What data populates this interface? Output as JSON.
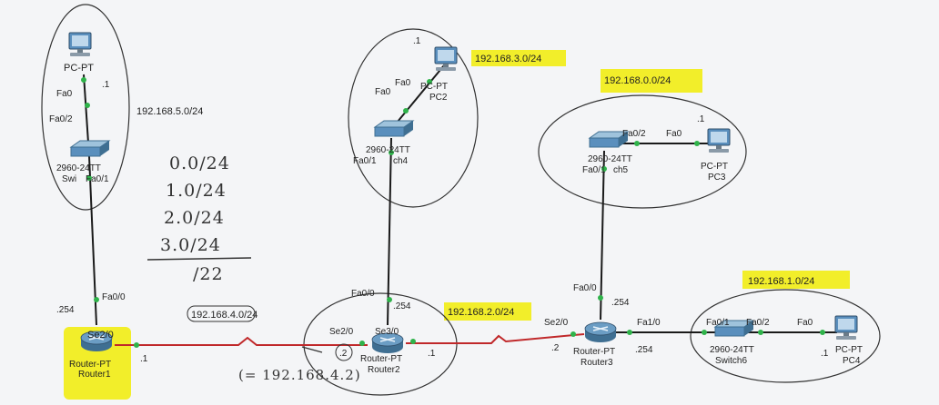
{
  "devices": {
    "pc_top_left": {
      "name": "PC-PT",
      "host": ".1",
      "port": "Fa0"
    },
    "switch_left": {
      "name": "2960-24TT",
      "short": "Swi",
      "port_up": "Fa0/2",
      "port_down": "Fa0/1"
    },
    "router1": {
      "type": "Router-PT",
      "name": "Router1",
      "port_up": "Fa0/0",
      "port_serial": "Se2/0",
      "host_up": ".254",
      "host_serial": ".1"
    },
    "pc2": {
      "type": "PC-PT",
      "name": "PC2",
      "host": ".1",
      "port": "Fa0"
    },
    "switch4": {
      "type": "2960-24TT",
      "name": "ch4",
      "port_up": "Fa0",
      "port_down": "Fa0/1"
    },
    "router2": {
      "type": "Router-PT",
      "name": "Router2",
      "port_up": "Fa0/0",
      "host_up": ".254",
      "port_left": "Se2/0",
      "port_right": "Se3/0",
      "host_left": ".2",
      "host_right": ".1"
    },
    "switch5": {
      "type": "2960-24TT",
      "name": "ch5",
      "port_right": "Fa0/2",
      "port_down": "Fa0/1"
    },
    "pc3": {
      "type": "PC-PT",
      "name": "PC3",
      "host": ".1",
      "port": "Fa0"
    },
    "router3": {
      "type": "Router-PT",
      "name": "Router3",
      "port_up": "Fa0/0",
      "host_up": ".254",
      "port_serial": "Se2/0",
      "host_serial": ".2",
      "port_right": "Fa1/0",
      "host_right": ".254"
    },
    "switch6": {
      "type": "2960-24TT",
      "name": "Switch6",
      "port_left": "Fa0/1",
      "port_right": "Fa0/2"
    },
    "pc4": {
      "type": "PC-PT",
      "name": "PC4",
      "host": ".1",
      "port": "Fa0"
    }
  },
  "networks": {
    "net5": "192.168.5.0/24",
    "net3": "192.168.3.0/24",
    "net0": "192.168.0.0/24",
    "net1": "192.168.1.0/24",
    "net2": "192.168.2.0/24",
    "net4": "192.168.4.0/24"
  },
  "handwriting": {
    "list": [
      "0.0/24",
      "1.0/24",
      "2.0/24",
      "3.0/24"
    ],
    "summary": "/22",
    "note": "(= 192.168.4.2)"
  },
  "colors": {
    "highlight": "#f2ee2a",
    "serial_link": "#c0282a",
    "ethernet_link": "#1a1a1a",
    "port_dot": "#2fb34a",
    "device_blue": "#4d7fa8"
  }
}
